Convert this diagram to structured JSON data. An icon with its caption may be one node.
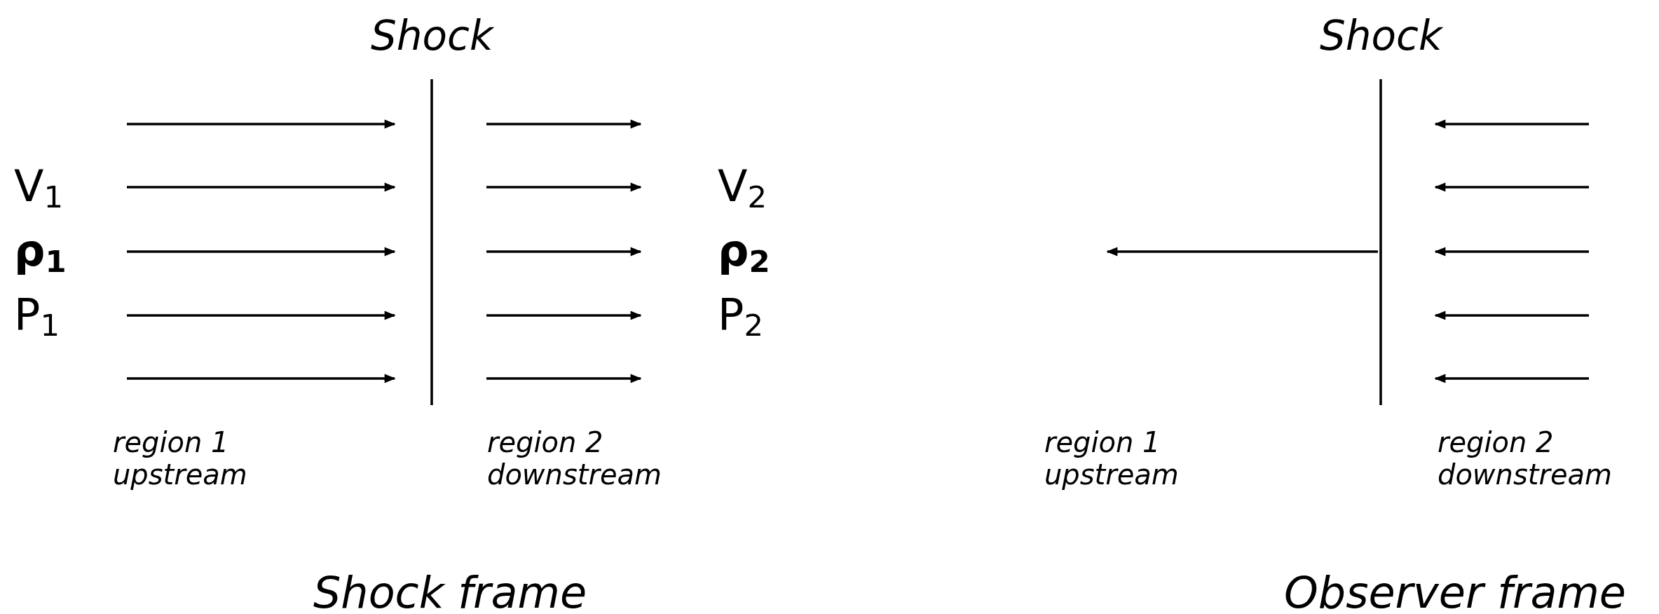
{
  "diagram": {
    "labels": [
      "Shock",
      "Shock",
      "V$_{1}$",
      "V$_{2}$",
      "ρ$_{1}$",
      "ρ$_{2}$",
      "P$_{1}$",
      "P$_{2}$",
      "region 1 upstream",
      "region 2 downstream",
      "region 1 upstream",
      "region 2 downstream",
      "Shock frame",
      "Observer frame"
    ]
  }
}
